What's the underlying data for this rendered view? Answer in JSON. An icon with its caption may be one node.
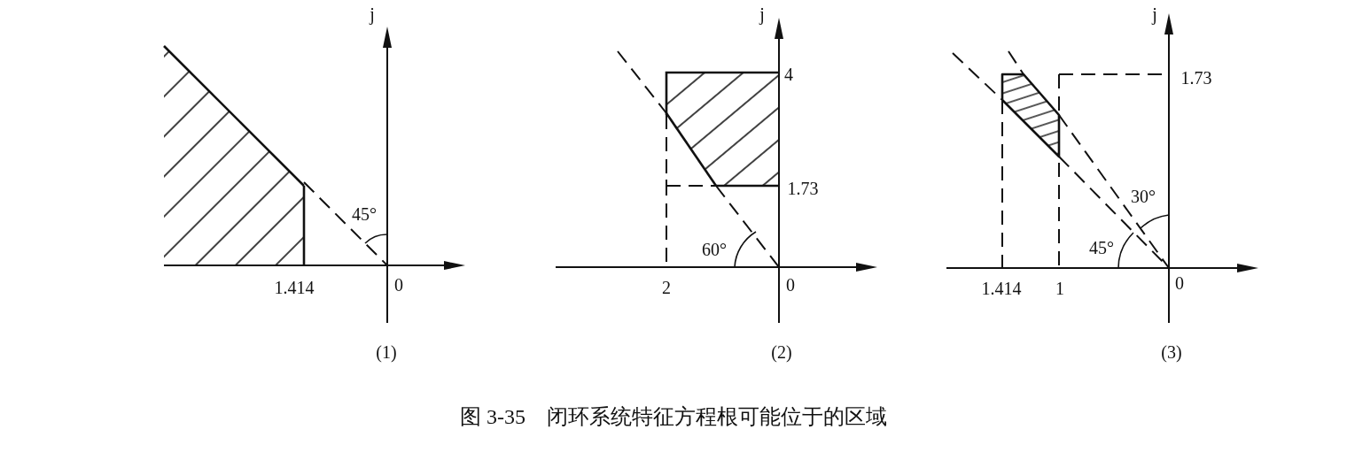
{
  "diagram": {
    "caption": "图 3-35　闭环系统特征方程根可能位于的区域",
    "labels": [
      "j",
      "45°",
      "1.414",
      "0",
      "(1)",
      "j",
      "4",
      "1.73",
      "60°",
      "2",
      "0",
      "(2)",
      "j",
      "1.73",
      "30°",
      "45°",
      "1.414",
      "1",
      "0",
      "(3)"
    ]
  }
}
